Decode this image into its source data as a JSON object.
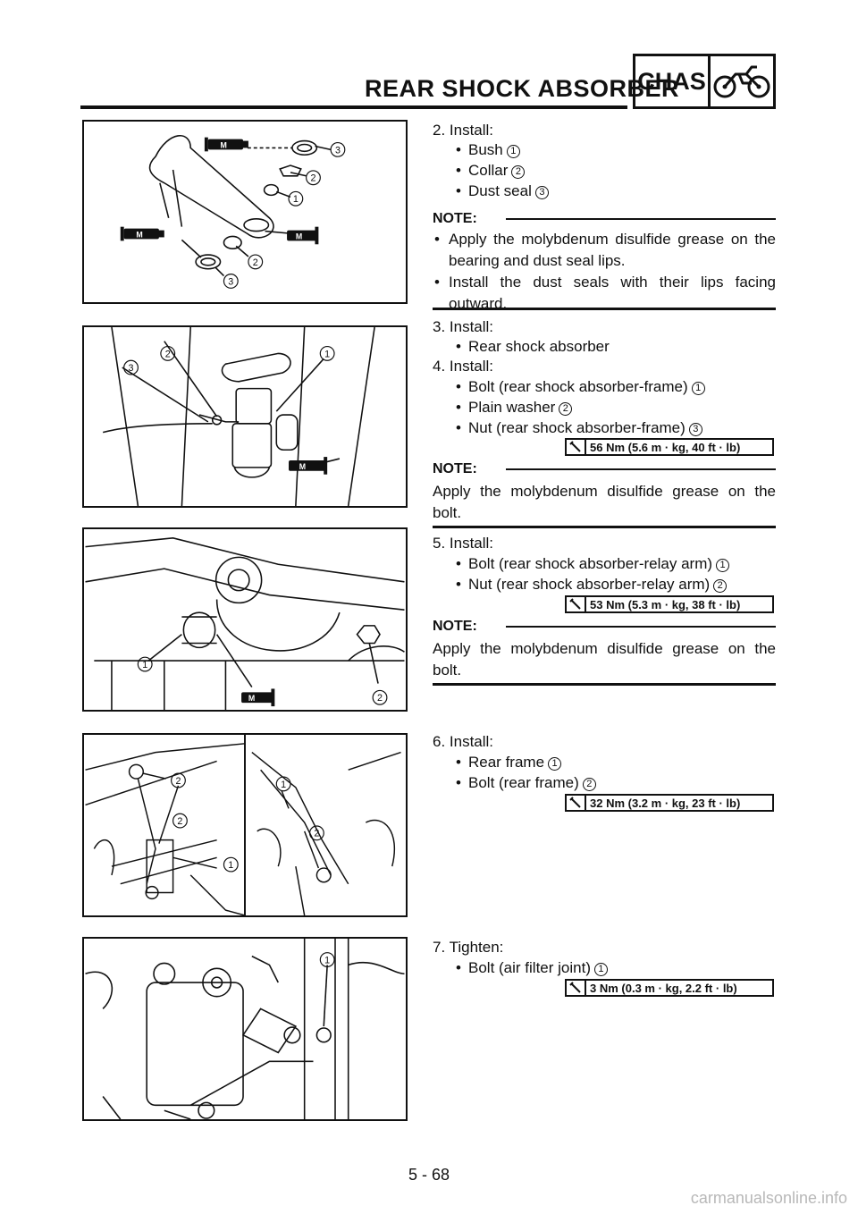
{
  "header": {
    "title": "REAR SHOCK ABSORBER",
    "section": "CHAS",
    "section_icon": "motorcycle-icon"
  },
  "steps": [
    {
      "number": "2. Install:",
      "items": [
        {
          "text": "Bush",
          "ref": "1"
        },
        {
          "text": "Collar",
          "ref": "2"
        },
        {
          "text": "Dust seal",
          "ref": "3"
        }
      ]
    },
    {
      "number": "3. Install:",
      "items": [
        {
          "text": "Rear shock absorber",
          "ref": ""
        }
      ]
    },
    {
      "number": "4. Install:",
      "items": [
        {
          "text": "Bolt (rear shock absorber-frame)",
          "ref": "1"
        },
        {
          "text": "Plain washer",
          "ref": "2"
        },
        {
          "text": "Nut (rear shock absorber-frame)",
          "ref": "3"
        }
      ]
    },
    {
      "number": "5. Install:",
      "items": [
        {
          "text": "Bolt (rear shock absorber-relay arm)",
          "ref": "1"
        },
        {
          "text": "Nut (rear shock absorber-relay arm)",
          "ref": "2"
        }
      ]
    },
    {
      "number": "6. Install:",
      "items": [
        {
          "text": "Rear frame",
          "ref": "1"
        },
        {
          "text": "Bolt (rear frame)",
          "ref": "2"
        }
      ]
    },
    {
      "number": "7. Tighten:",
      "items": [
        {
          "text": "Bolt (air filter joint)",
          "ref": "1"
        }
      ]
    }
  ],
  "notes": {
    "label": "NOTE:",
    "note1_items": [
      "Apply the molybdenum disulfide grease on the bearing and dust seal lips.",
      "Install the dust seals with their lips facing outward."
    ],
    "note2": "Apply the molybdenum disulfide grease on the bolt.",
    "note3": "Apply the molybdenum disulfide grease on the bolt."
  },
  "torques": [
    "56 Nm (5.6 m · kg, 40 ft · lb)",
    "53 Nm (5.3 m · kg, 38 ft · lb)",
    "32 Nm (3.2 m · kg, 23 ft · lb)",
    "3 Nm (0.3 m · kg, 2.2 ft · lb)"
  ],
  "figure_labels": {
    "grease_mark": "M",
    "fig1": [
      "3",
      "2",
      "1",
      "2",
      "3"
    ],
    "fig2": [
      "2",
      "1",
      "3"
    ],
    "fig3": [
      "1",
      "2"
    ],
    "fig4": [
      "2",
      "2",
      "1",
      "1",
      "2"
    ],
    "fig5": [
      "1"
    ]
  },
  "footer": {
    "page": "5 - 68",
    "watermark": "carmanualsonline.info"
  }
}
